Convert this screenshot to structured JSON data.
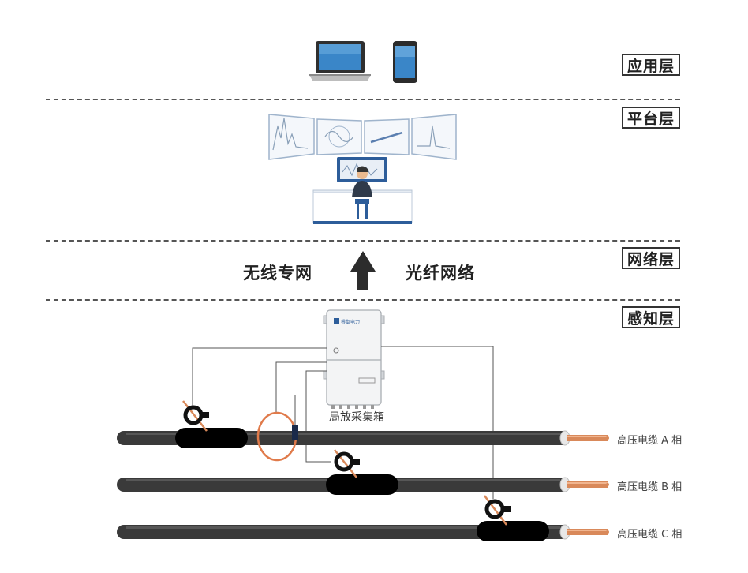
{
  "layers": {
    "application": "应用层",
    "platform": "平台层",
    "network": "网络层",
    "sensing": "感知层"
  },
  "network": {
    "left_text": "无线专网",
    "right_text": "光纤网络"
  },
  "collector": {
    "caption": "局放采集箱",
    "brand": "睿御电力"
  },
  "cables": [
    {
      "label": "高压电缆 A 相"
    },
    {
      "label": "高压电缆 B 相"
    },
    {
      "label": "高压电缆 C 相"
    }
  ],
  "icons": [
    "laptop-icon",
    "smartphone-icon",
    "monitor-screen-icon",
    "operator-desk-icon",
    "up-arrow-icon",
    "hfct-sensor-icon",
    "rogowski-coil-icon"
  ],
  "colors": {
    "cable": "#3a3a3a",
    "copper": "#d9895a",
    "coil": "#e07a4a",
    "desk_blue": "#2d5d9a"
  }
}
